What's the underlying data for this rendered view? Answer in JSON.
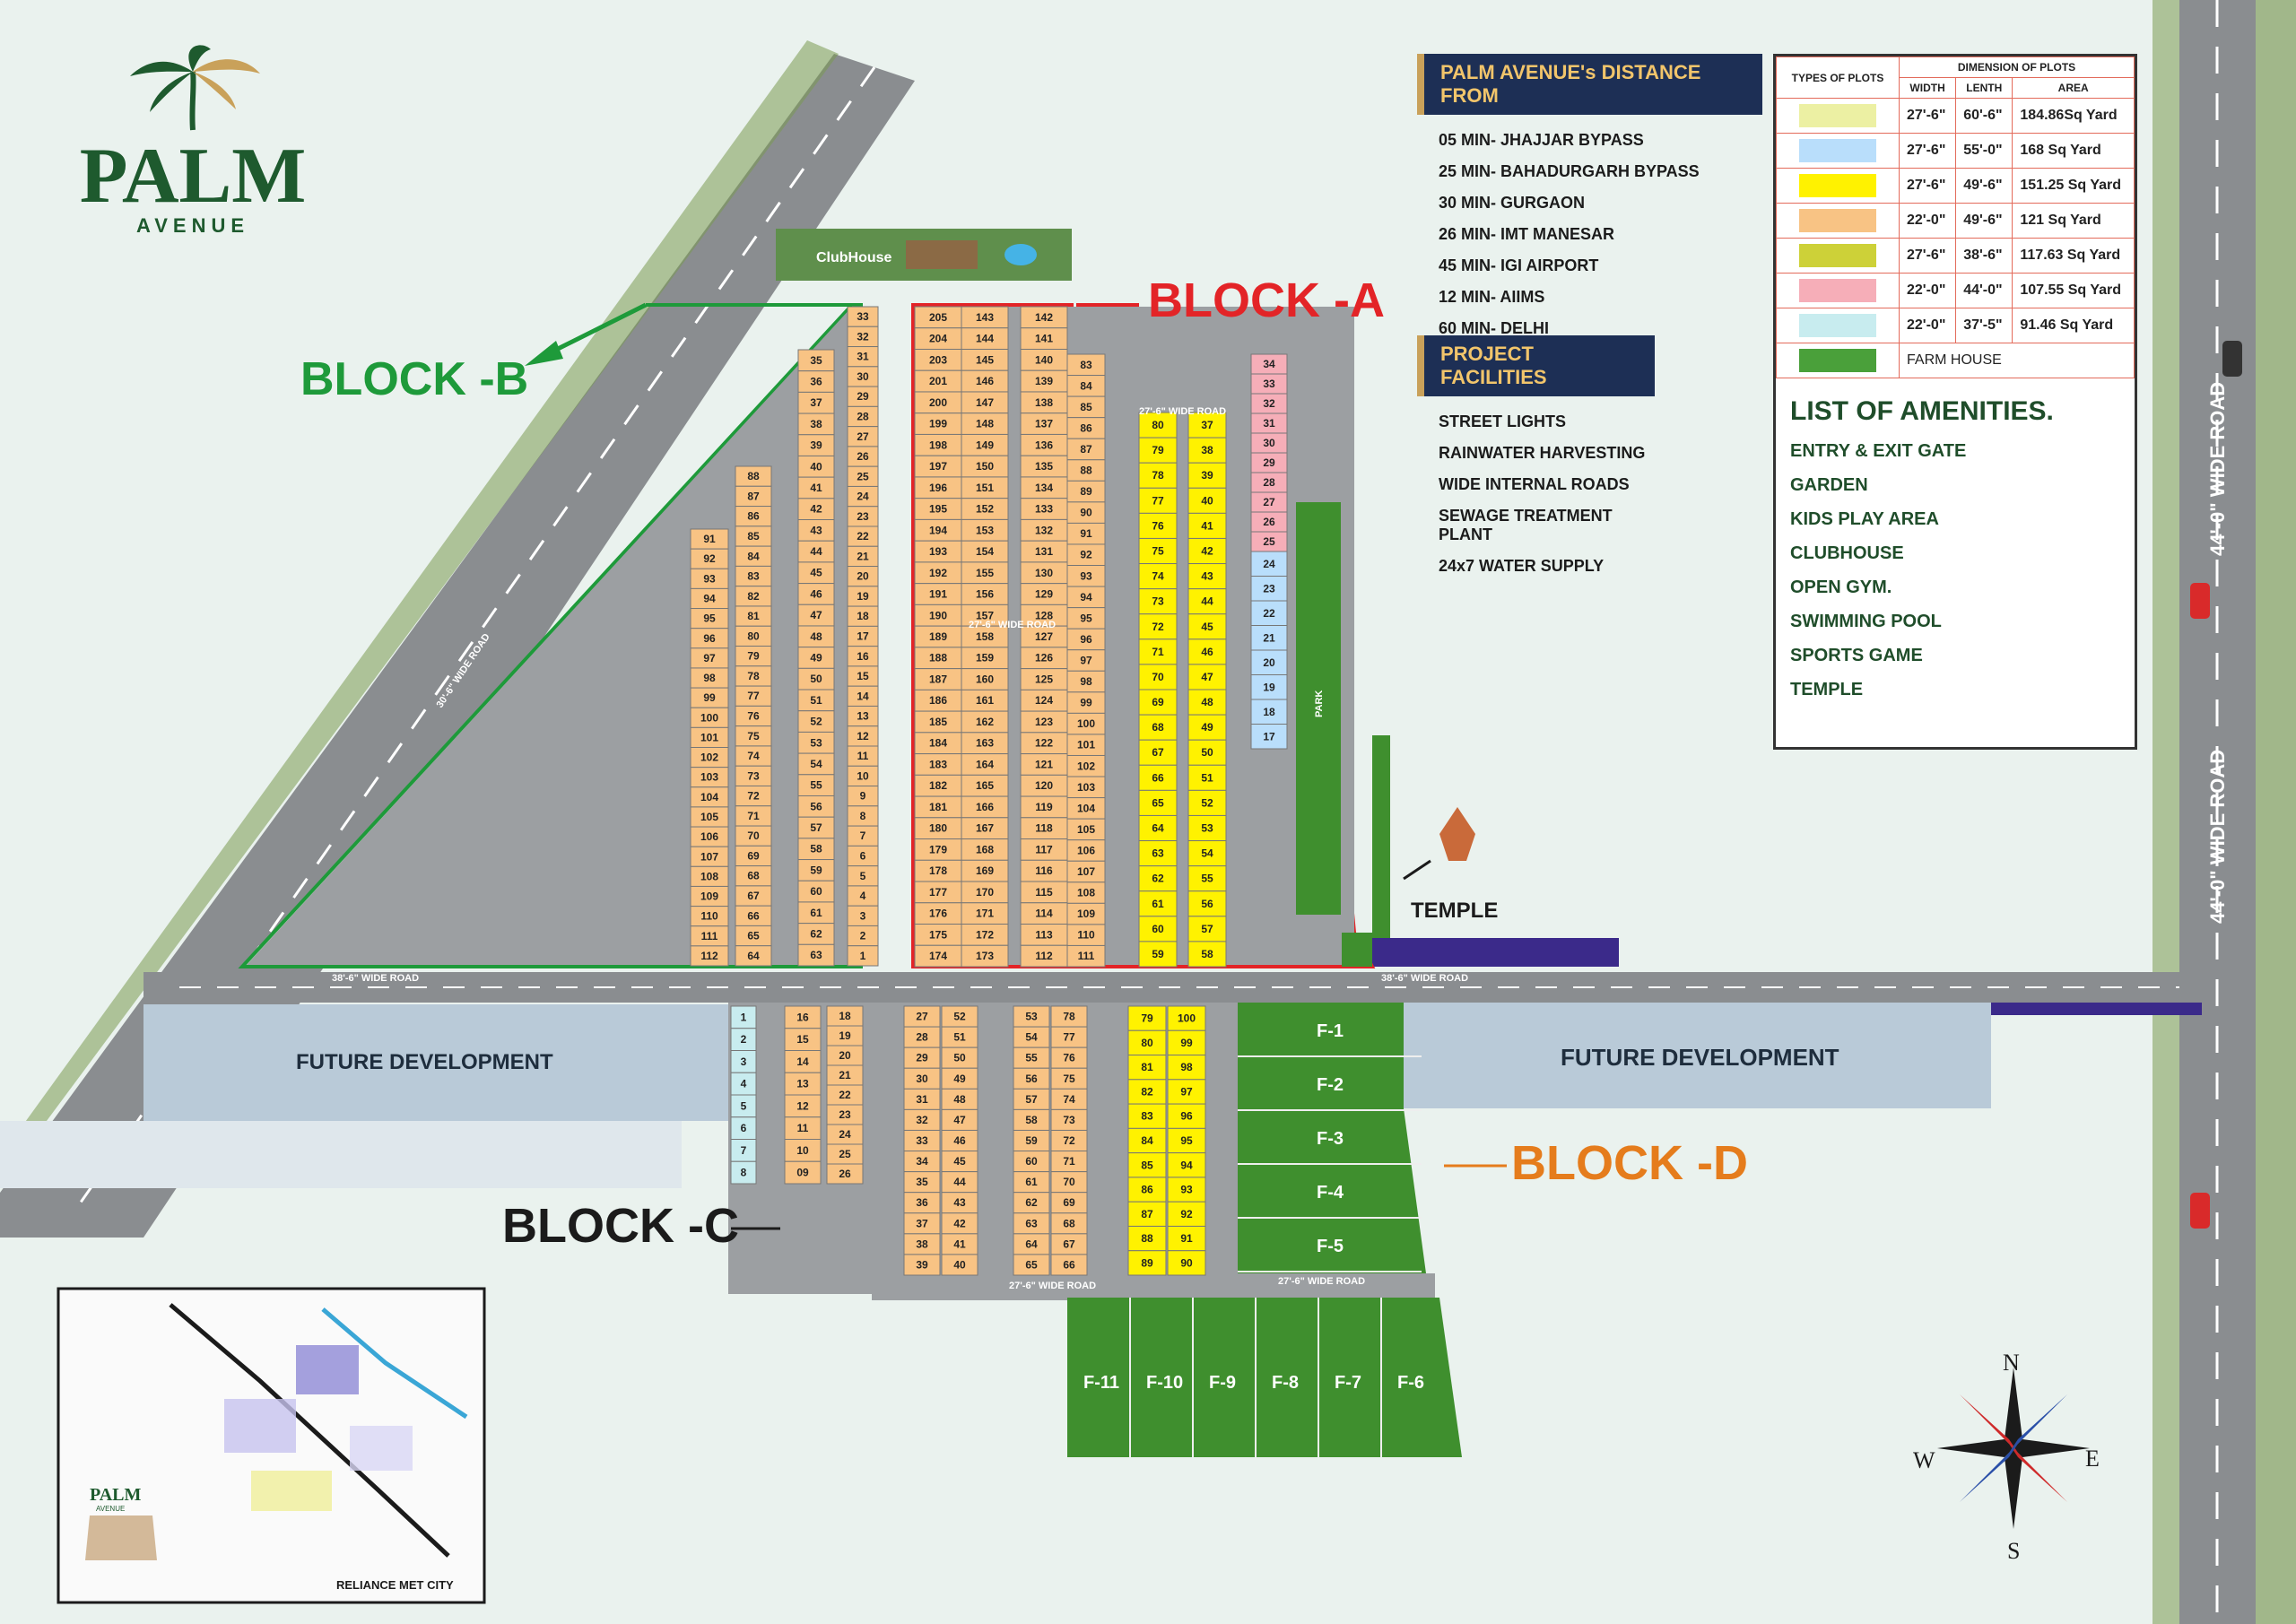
{
  "logo": {
    "title": "PALM",
    "subtitle": "AVENUE"
  },
  "blocks": {
    "a": "BLOCK -A",
    "b": "BLOCK -B",
    "c": "BLOCK -C",
    "d": "BLOCK -D"
  },
  "clubhouse": "ClubHouse",
  "temple": "TEMPLE",
  "future_left": "FUTURE DEVELOPMENT",
  "future_right": "FUTURE DEVELOPMENT",
  "roads": {
    "main_right_top": "44'-0\" WIDE ROAD",
    "main_right_bottom": "44'-0\" WIDE ROAD",
    "diagonal": "30'-6\" WIDE ROAD",
    "bottom_left": "38'-6\" WIDE ROAD",
    "bottom_right": "38'-6\" WIDE ROAD",
    "internal": "27'-6\" WIDE ROAD",
    "park": "PARK"
  },
  "distance": {
    "title": "PALM AVENUE's DISTANCE FROM",
    "items": [
      "05 MIN- JHAJJAR BYPASS",
      "25 MIN- BAHADURGARH BYPASS",
      "30 MIN- GURGAON",
      "26 MIN- IMT MANESAR",
      "45 MIN- IGI AIRPORT",
      "12 MIN- AIIMS",
      "60 MIN- DELHI"
    ]
  },
  "facilities": {
    "title": "PROJECT FACILITIES",
    "items": [
      "STREET LIGHTS",
      "RAINWATER HARVESTING",
      "WIDE INTERNAL ROADS",
      "SEWAGE TREATMENT PLANT",
      "24x7 WATER SUPPLY"
    ]
  },
  "plot_table": {
    "head_types": "TYPES OF PLOTS",
    "head_dim": "DIMENSION OF PLOTS",
    "head_width": "WIDTH",
    "head_length": "LENTH",
    "head_area": "AREA",
    "rows": [
      {
        "color": "#ecf0a3",
        "width": "27'-6\"",
        "length": "60'-6\"",
        "area": "184.86Sq Yard"
      },
      {
        "color": "#b9defb",
        "width": "27'-6\"",
        "length": "55'-0\"",
        "area": "168 Sq Yard"
      },
      {
        "color": "#fff200",
        "width": "27'-6\"",
        "length": "49'-6\"",
        "area": "151.25 Sq Yard"
      },
      {
        "color": "#f8c384",
        "width": "22'-0\"",
        "length": "49'-6\"",
        "area": "121 Sq Yard"
      },
      {
        "color": "#cdd138",
        "width": "27'-6\"",
        "length": "38'-6\"",
        "area": "117.63 Sq Yard"
      },
      {
        "color": "#f6aeb8",
        "width": "22'-0\"",
        "length": "44'-0\"",
        "area": "107.55 Sq Yard"
      },
      {
        "color": "#c8ecef",
        "width": "22'-0\"",
        "length": "37'-5\"",
        "area": "91.46 Sq Yard"
      }
    ],
    "farm_label": "FARM HOUSE",
    "farm_color": "#4aa03a"
  },
  "amenities": {
    "title": "LIST OF AMENITIES.",
    "items": [
      "ENTRY & EXIT GATE",
      "GARDEN",
      "KIDS PLAY AREA",
      "CLUBHOUSE",
      "OPEN GYM.",
      "SWIMMING POOL",
      "SPORTS GAME",
      "TEMPLE"
    ]
  },
  "farms": {
    "upper": [
      "F-1",
      "F-2",
      "F-3",
      "F-4",
      "F-5"
    ],
    "lower": [
      "F-11",
      "F-10",
      "F-9",
      "F-8",
      "F-7",
      "F-6"
    ]
  },
  "compass": {
    "n": "N",
    "s": "S",
    "e": "E",
    "w": "W"
  },
  "inset": {
    "caption": "RELIANCE MET CITY",
    "logo": "PALM",
    "logo_sub": "AVENUE"
  },
  "columns": [
    {
      "id": "blockA-col1",
      "color": "#f8c384",
      "plots": [
        "205",
        "204",
        "203",
        "201",
        "200",
        "199",
        "198",
        "197",
        "196",
        "195",
        "194",
        "193",
        "192",
        "191",
        "190",
        "189",
        "188",
        "187",
        "186",
        "185",
        "184",
        "183",
        "182",
        "181",
        "180",
        "179",
        "178",
        "177",
        "176",
        "175",
        "174"
      ]
    },
    {
      "id": "blockA-col2",
      "color": "#f8c384",
      "plots": [
        "143",
        "144",
        "145",
        "146",
        "147",
        "148",
        "149",
        "150",
        "151",
        "152",
        "153",
        "154",
        "155",
        "156",
        "157",
        "158",
        "159",
        "160",
        "161",
        "162",
        "163",
        "164",
        "165",
        "166",
        "167",
        "168",
        "169",
        "170",
        "171",
        "172",
        "173"
      ]
    },
    {
      "id": "blockA-col3",
      "color": "#f8c384",
      "plots": [
        "142",
        "141",
        "140",
        "139",
        "138",
        "137",
        "136",
        "135",
        "134",
        "133",
        "132",
        "131",
        "130",
        "129",
        "128",
        "127",
        "126",
        "125",
        "124",
        "123",
        "122",
        "121",
        "120",
        "119",
        "118",
        "117",
        "116",
        "115",
        "114",
        "113",
        "112"
      ]
    },
    {
      "id": "blockA-col4",
      "color": "#f8c384",
      "plots": [
        "83",
        "84",
        "85",
        "86",
        "87",
        "88",
        "89",
        "90",
        "91",
        "92",
        "93",
        "94",
        "95",
        "96",
        "97",
        "98",
        "99",
        "100",
        "101",
        "102",
        "103",
        "104",
        "105",
        "106",
        "107",
        "108",
        "109",
        "110",
        "111"
      ]
    },
    {
      "id": "blockA-col5",
      "color": "#fff200",
      "plots": [
        "80",
        "79",
        "78",
        "77",
        "76",
        "75",
        "74",
        "73",
        "72",
        "71",
        "70",
        "69",
        "68",
        "67",
        "66",
        "65",
        "64",
        "63",
        "62",
        "61",
        "60",
        "59"
      ]
    },
    {
      "id": "blockA-col6",
      "color": "#fff200",
      "plots": [
        "37",
        "38",
        "39",
        "40",
        "41",
        "42",
        "43",
        "44",
        "45",
        "46",
        "47",
        "48",
        "49",
        "50",
        "51",
        "52",
        "53",
        "54",
        "55",
        "56",
        "57",
        "58"
      ]
    },
    {
      "id": "blockA-col7",
      "color": "#f6aeb8",
      "plots": [
        "34",
        "33",
        "32",
        "31",
        "30",
        "29",
        "28",
        "27",
        "26",
        "25"
      ]
    },
    {
      "id": "blockA-col8",
      "color": "#b9defb",
      "plots": [
        "24",
        "23",
        "22",
        "21",
        "20",
        "19",
        "18",
        "17"
      ]
    },
    {
      "id": "blockB-col1",
      "color": "#f8c384",
      "plots": [
        "33",
        "32",
        "31",
        "30",
        "29",
        "28",
        "27",
        "26",
        "25",
        "24",
        "23",
        "22",
        "21",
        "20",
        "19",
        "18",
        "17",
        "16",
        "15",
        "14",
        "13",
        "12",
        "11",
        "10",
        "9",
        "8",
        "7",
        "6",
        "5",
        "4",
        "3",
        "2",
        "1"
      ]
    },
    {
      "id": "blockB-col2",
      "color": "#f8c384",
      "plots": [
        "35",
        "36",
        "37",
        "38",
        "39",
        "40",
        "41",
        "42",
        "43",
        "44",
        "45",
        "46",
        "47",
        "48",
        "49",
        "50",
        "51",
        "52",
        "53",
        "54",
        "55",
        "56",
        "57",
        "58",
        "59",
        "60",
        "61",
        "62",
        "63"
      ]
    },
    {
      "id": "blockB-col3",
      "color": "#f8c384",
      "plots": [
        "88",
        "87",
        "86",
        "85",
        "84",
        "83",
        "82",
        "81",
        "80",
        "79",
        "78",
        "77",
        "76",
        "75",
        "74",
        "73",
        "72",
        "71",
        "70",
        "69",
        "68",
        "67",
        "66",
        "65",
        "64"
      ]
    },
    {
      "id": "blockB-col4",
      "color": "#f8c384",
      "plots": [
        "91",
        "92",
        "93",
        "94",
        "95",
        "96",
        "97",
        "98",
        "99",
        "100",
        "101",
        "102",
        "103",
        "104",
        "105",
        "106",
        "107",
        "108",
        "109",
        "110",
        "111",
        "112"
      ]
    },
    {
      "id": "blockC-col1",
      "color": "#f8c384",
      "plots": [
        "16",
        "15",
        "14",
        "13",
        "12",
        "11",
        "10",
        "09"
      ]
    },
    {
      "id": "blockC-col2",
      "color": "#f8c384",
      "plots": [
        "18",
        "19",
        "20",
        "21",
        "22",
        "23",
        "24",
        "25",
        "26"
      ]
    },
    {
      "id": "blockC-col3",
      "color": "#f8c384",
      "plots": [
        "27",
        "28",
        "29",
        "30",
        "31",
        "32",
        "33",
        "34",
        "35",
        "36",
        "37",
        "38",
        "39"
      ]
    },
    {
      "id": "blockC-col4",
      "color": "#f8c384",
      "plots": [
        "52",
        "51",
        "50",
        "49",
        "48",
        "47",
        "46",
        "45",
        "44",
        "43",
        "42",
        "41",
        "40"
      ]
    },
    {
      "id": "blockC-col5",
      "color": "#f8c384",
      "plots": [
        "53",
        "54",
        "55",
        "56",
        "57",
        "58",
        "59",
        "60",
        "61",
        "62",
        "63",
        "64",
        "65"
      ]
    },
    {
      "id": "blockC-col6",
      "color": "#f8c384",
      "plots": [
        "78",
        "77",
        "76",
        "75",
        "74",
        "73",
        "72",
        "71",
        "70",
        "69",
        "68",
        "67",
        "66"
      ]
    },
    {
      "id": "blockC-col7",
      "color": "#fff200",
      "plots": [
        "79",
        "80",
        "81",
        "82",
        "83",
        "84",
        "85",
        "86",
        "87",
        "88",
        "89"
      ]
    },
    {
      "id": "blockC-col8",
      "color": "#fff200",
      "plots": [
        "100",
        "99",
        "98",
        "97",
        "96",
        "95",
        "94",
        "93",
        "92",
        "91",
        "90"
      ]
    },
    {
      "id": "blockC-col0",
      "color": "#c8ecef",
      "plots": [
        "1",
        "2",
        "3",
        "4",
        "5",
        "6",
        "7",
        "8"
      ]
    }
  ]
}
